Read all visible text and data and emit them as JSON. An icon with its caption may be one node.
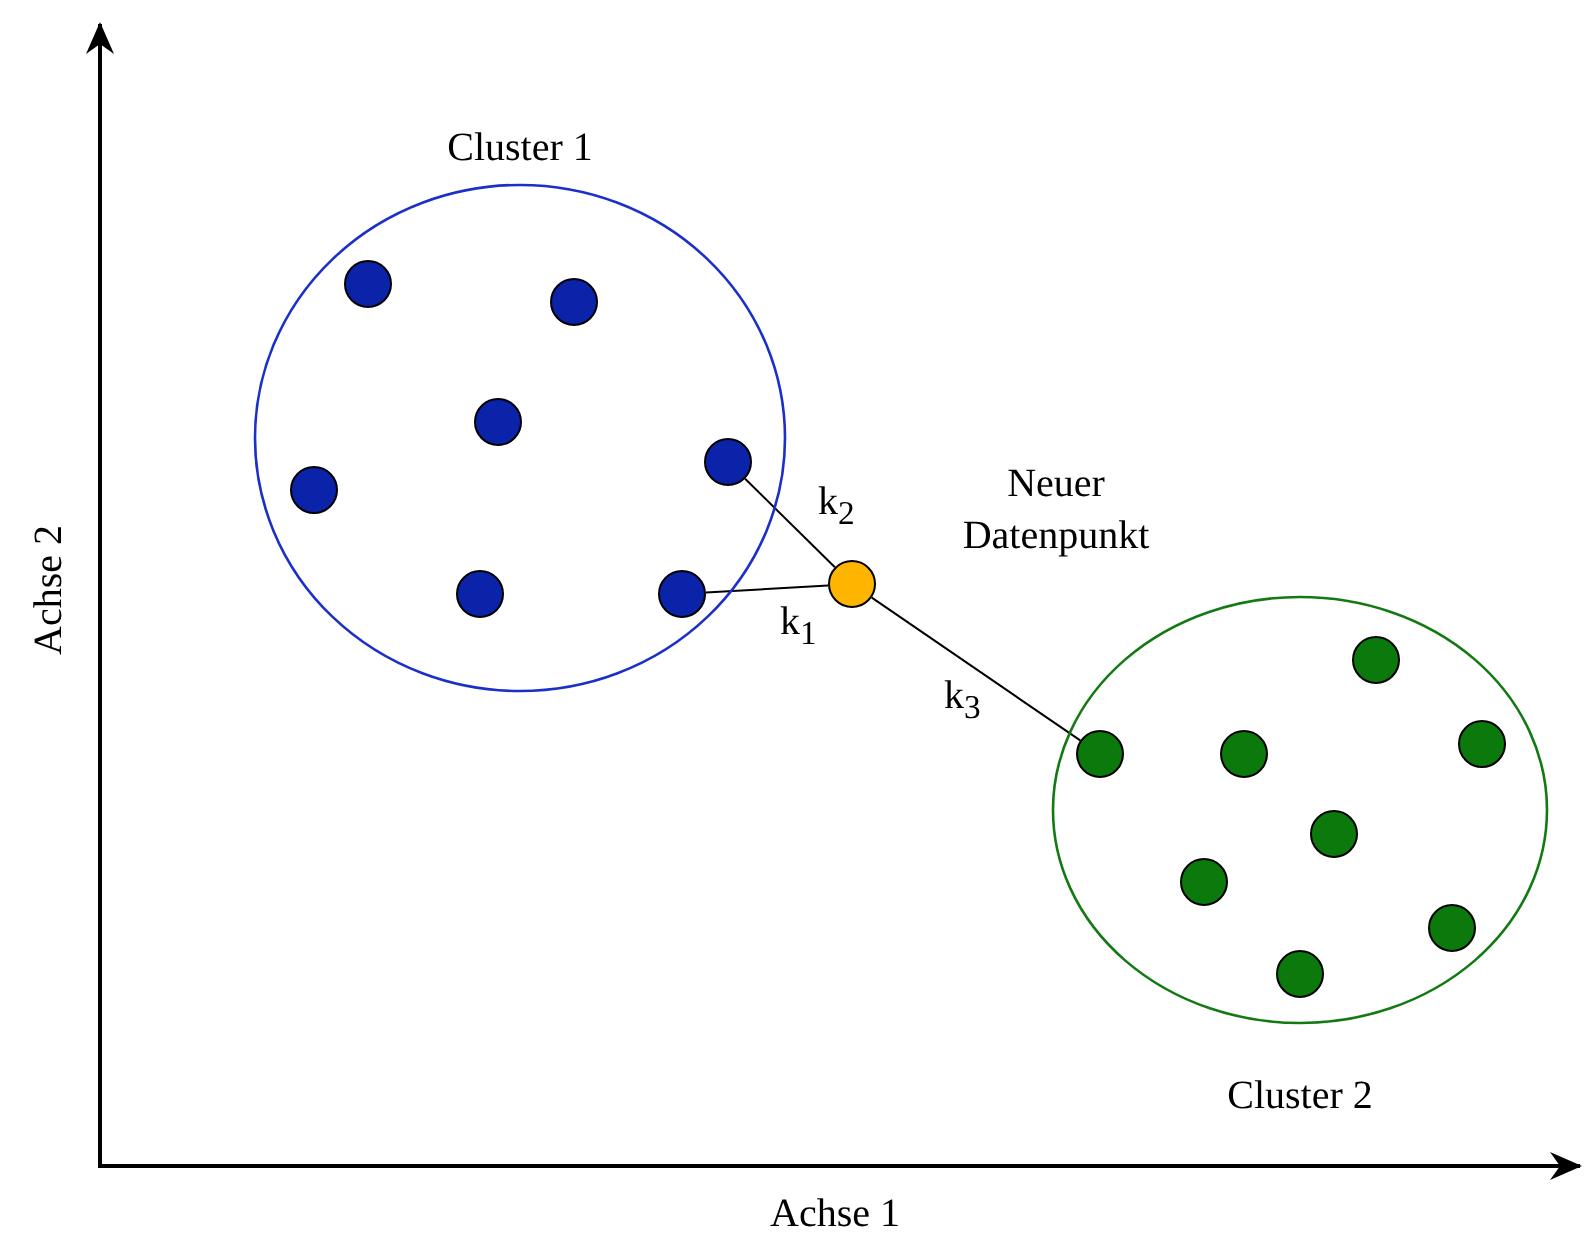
{
  "diagram": {
    "nodes": [
      {
        "text": [
          "Cluster 1"
        ]
      },
      {
        "text": [],
        "shape": "circle",
        "in": 0
      },
      {
        "text": [],
        "shape": "circle",
        "in": 0
      },
      {
        "text": [],
        "shape": "circle",
        "in": 0
      },
      {
        "text": [],
        "shape": "circle",
        "in": 0
      },
      {
        "text": [],
        "shape": "circle",
        "in": 0
      },
      {
        "text": [],
        "shape": "circle",
        "in": 0
      },
      {
        "text": [],
        "shape": "circle",
        "in": 0
      },
      {
        "text": [],
        "shape": "circle",
        "beside": [
          "Neuer Datenpunkt"
        ]
      },
      {
        "text": [
          "Cluster 2"
        ]
      },
      {
        "text": [],
        "shape": "circle",
        "in": 9
      },
      {
        "text": [],
        "shape": "circle",
        "in": 9
      },
      {
        "text": [],
        "shape": "circle",
        "in": 9
      },
      {
        "text": [],
        "shape": "circle",
        "in": 9
      },
      {
        "text": [],
        "shape": "circle",
        "in": 9
      },
      {
        "text": [],
        "shape": "circle",
        "in": 9
      },
      {
        "text": [],
        "shape": "circle",
        "in": 9
      },
      {
        "text": [],
        "shape": "circle",
        "in": 9
      }
    ],
    "edges": [
      {
        "from": 8,
        "to": 6,
        "arrow": "none",
        "label": "k$_{1}$"
      },
      {
        "from": 8,
        "to": 7,
        "arrow": "none",
        "label": "k$_{2}$"
      },
      {
        "from": 8,
        "to": 10,
        "arrow": "none",
        "label": "k$_{3}$"
      }
    ],
    "labels": [
      "Achse 2",
      "Achse 1"
    ]
  }
}
